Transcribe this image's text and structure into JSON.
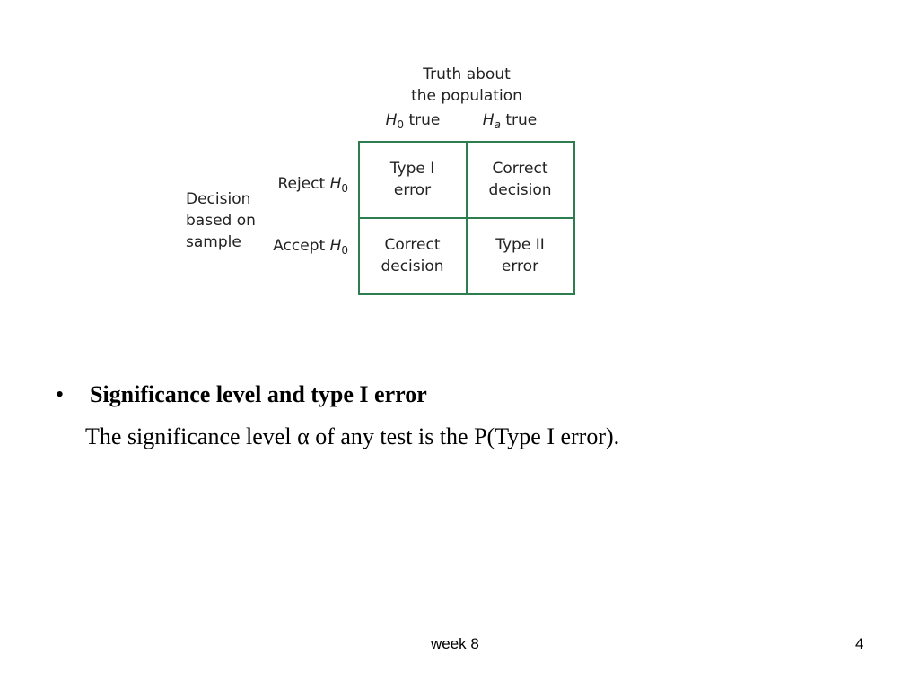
{
  "diagram": {
    "truth_header_line1": "Truth about",
    "truth_header_line2": "the population",
    "col_labels": [
      {
        "symbol": "H",
        "subscript": "0",
        "suffix": " true"
      },
      {
        "symbol": "H",
        "subscript": "a",
        "suffix": " true"
      }
    ],
    "row_labels": [
      {
        "prefix": "Reject ",
        "symbol": "H",
        "subscript": "0"
      },
      {
        "prefix": "Accept ",
        "symbol": "H",
        "subscript": "0"
      }
    ],
    "decision_label_lines": [
      "Decision",
      "based on",
      "sample"
    ],
    "cells": {
      "r0c0": [
        "Type I",
        "error"
      ],
      "r0c1": [
        "Correct",
        "decision"
      ],
      "r1c0": [
        "Correct",
        "decision"
      ],
      "r1c1": [
        "Type II",
        "error"
      ]
    },
    "grid_color": "#2e7d4f"
  },
  "bullet": {
    "marker": "•",
    "heading": "Significance level and type I error",
    "body_before": "The significance level ",
    "body_symbol": "α",
    "body_after": " of any test is the P(Type I error)."
  },
  "footer": {
    "left": "week 8",
    "page_number": "4"
  }
}
